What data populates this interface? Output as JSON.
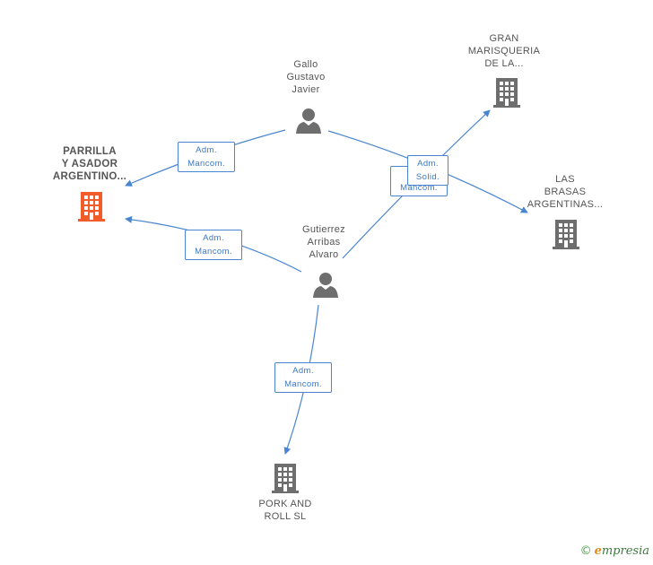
{
  "colors": {
    "edge": "#4a86cf",
    "company_main": "#f25c2a",
    "company": "#6e6e6e",
    "person": "#6e6e6e"
  },
  "nodes": {
    "parrilla": {
      "lines": [
        "PARRILLA",
        "Y ASADOR",
        "ARGENTINO..."
      ],
      "type": "company",
      "highlight": true
    },
    "gallo": {
      "lines": [
        "Gallo",
        "Gustavo",
        "Javier"
      ],
      "type": "person"
    },
    "gran": {
      "lines": [
        "GRAN",
        "MARISQUERIA",
        "DE LA..."
      ],
      "type": "company"
    },
    "brasas": {
      "lines": [
        "LAS",
        "BRASAS",
        "ARGENTINAS..."
      ],
      "type": "company"
    },
    "gutierrez": {
      "lines": [
        "Gutierrez",
        "Arribas",
        "Alvaro"
      ],
      "type": "person"
    },
    "pork": {
      "lines": [
        "PORK AND",
        "ROLL SL"
      ],
      "type": "company"
    }
  },
  "edge_labels": {
    "gallo_parrilla": [
      "Adm.",
      "Mancom."
    ],
    "gutierrez_parrilla": [
      "Adm.",
      "Mancom."
    ],
    "gallo_brasas": [
      "Adm.",
      "Mancom."
    ],
    "gutierrez_gran": [
      "Adm.",
      "Solid."
    ],
    "gutierrez_pork": [
      "Adm.",
      "Mancom."
    ]
  },
  "watermark": {
    "copyright": "©",
    "brand_initial": "e",
    "brand_rest": "mpresia"
  }
}
